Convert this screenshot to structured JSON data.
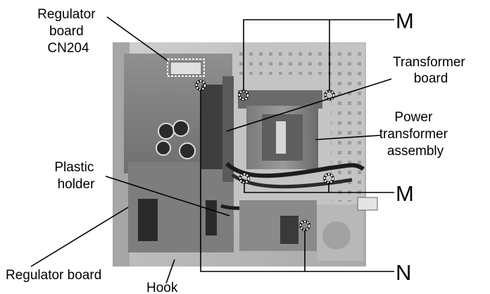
{
  "labels": {
    "regulator_board_cn204": [
      "Regulator",
      "board",
      "CN204"
    ],
    "m_top": "M",
    "transformer_board": [
      "Transformer",
      "board"
    ],
    "power_transformer_assembly": [
      "Power",
      "transformer",
      "assembly"
    ],
    "plastic_holder": [
      "Plastic",
      "holder"
    ],
    "m_bottom": "M",
    "regulator_board": "Regulator board",
    "hook": "Hook",
    "n": "N"
  },
  "photo": {
    "subject": "regulator board and power transformer assembly",
    "tone": "grayscale"
  }
}
